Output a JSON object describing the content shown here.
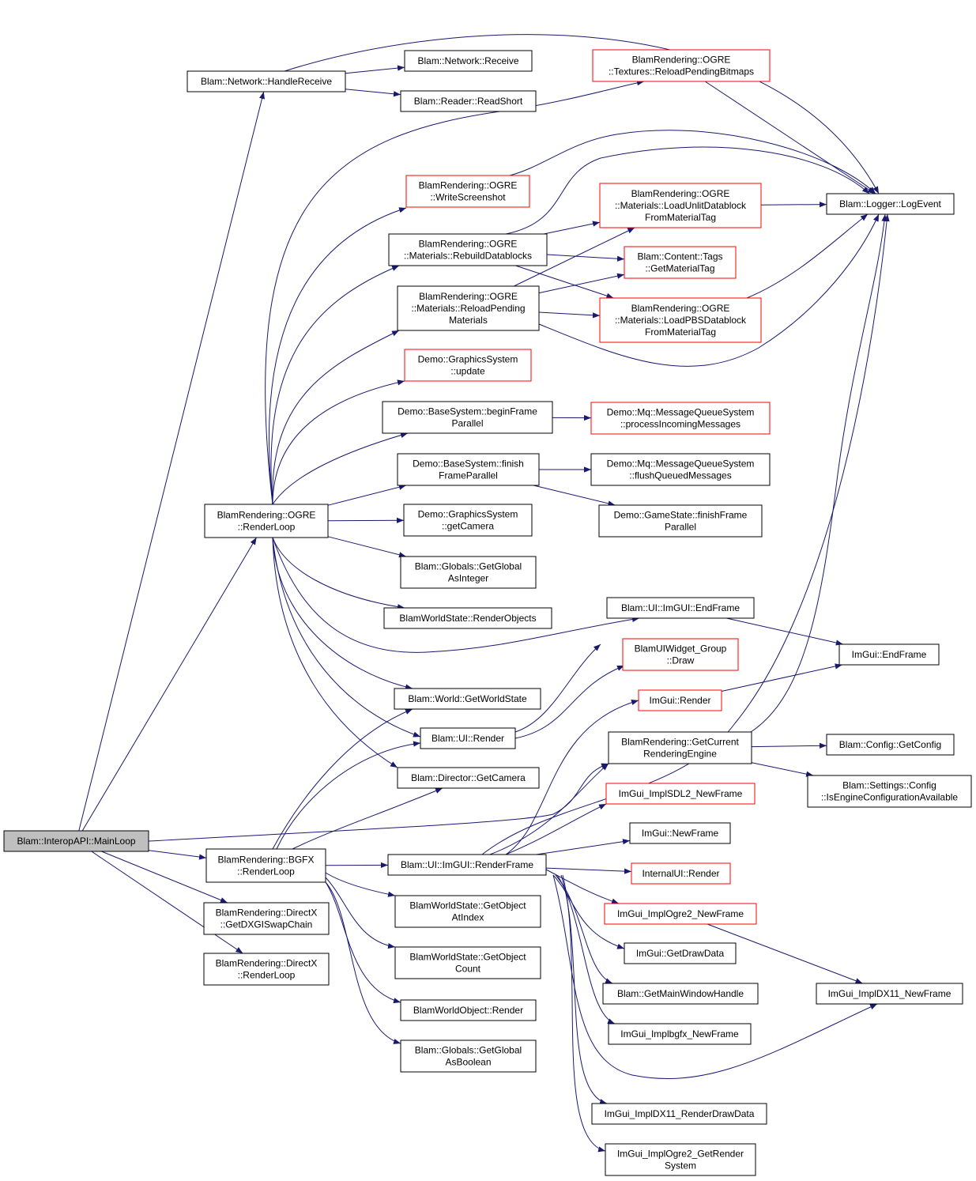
{
  "graph": {
    "colors": {
      "background": "#ffffff",
      "edge": "#191970",
      "normal_border": "#000000",
      "truncated_border": "#ff0000",
      "root_fill": "#bfbfbf",
      "node_fill": "#ffffff",
      "text": "#000000"
    },
    "nodes": [
      {
        "id": "n0",
        "lines": [
          "Blam::InteropAPI::MainLoop"
        ],
        "style": "root"
      },
      {
        "id": "n1",
        "lines": [
          "Blam::Network::HandleReceive"
        ],
        "style": "normal"
      },
      {
        "id": "n2",
        "lines": [
          "Blam::Logger::LogEvent"
        ],
        "style": "normal"
      },
      {
        "id": "n3",
        "lines": [
          "Blam::Network::Receive"
        ],
        "style": "normal"
      },
      {
        "id": "n4",
        "lines": [
          "Blam::Reader::ReadShort"
        ],
        "style": "normal"
      },
      {
        "id": "n5",
        "lines": [
          "BlamRendering::BGFX",
          "::RenderLoop"
        ],
        "style": "normal"
      },
      {
        "id": "n6",
        "lines": [
          "Blam::Director::GetCamera"
        ],
        "style": "normal"
      },
      {
        "id": "n7",
        "lines": [
          "Blam::Globals::GetGlobal",
          "AsBoolean"
        ],
        "style": "normal"
      },
      {
        "id": "n8",
        "lines": [
          "Blam::UI::ImGUI::RenderFrame"
        ],
        "style": "normal"
      },
      {
        "id": "n9",
        "lines": [
          "BlamRendering::GetCurrent",
          "RenderingEngine"
        ],
        "style": "normal"
      },
      {
        "id": "n10",
        "lines": [
          "Blam::Config::GetConfig"
        ],
        "style": "normal"
      },
      {
        "id": "n11",
        "lines": [
          "Blam::Settings::Config",
          "::IsEngineConfigurationAvailable"
        ],
        "style": "normal"
      },
      {
        "id": "n12",
        "lines": [
          "Blam::GetMainWindowHandle"
        ],
        "style": "normal"
      },
      {
        "id": "n13",
        "lines": [
          "ImGui::GetDrawData"
        ],
        "style": "normal"
      },
      {
        "id": "n14",
        "lines": [
          "ImGui::NewFrame"
        ],
        "style": "normal"
      },
      {
        "id": "n15",
        "lines": [
          "ImGui::Render"
        ],
        "style": "truncated"
      },
      {
        "id": "n16",
        "lines": [
          "ImGui_ImplDX11_NewFrame"
        ],
        "style": "normal"
      },
      {
        "id": "n17",
        "lines": [
          "ImGui_ImplDX11_RenderDrawData"
        ],
        "style": "normal"
      },
      {
        "id": "n18",
        "lines": [
          "ImGui_Implbgfx_NewFrame"
        ],
        "style": "normal"
      },
      {
        "id": "n19",
        "lines": [
          "ImGui_ImplOgre2_GetRender",
          "System"
        ],
        "style": "normal"
      },
      {
        "id": "n20",
        "lines": [
          "ImGui_ImplOgre2_NewFrame"
        ],
        "style": "truncated"
      },
      {
        "id": "n21",
        "lines": [
          "ImGui_ImplSDL2_NewFrame"
        ],
        "style": "truncated"
      },
      {
        "id": "n22",
        "lines": [
          "InternalUI::Render"
        ],
        "style": "truncated"
      },
      {
        "id": "n23",
        "lines": [
          "Blam::UI::Render"
        ],
        "style": "normal"
      },
      {
        "id": "n24",
        "lines": [
          "Blam::UI::ImGUI::EndFrame"
        ],
        "style": "normal"
      },
      {
        "id": "n25",
        "lines": [
          "ImGui::EndFrame"
        ],
        "style": "normal"
      },
      {
        "id": "n26",
        "lines": [
          "BlamUIWidget_Group",
          "::Draw"
        ],
        "style": "truncated"
      },
      {
        "id": "n27",
        "lines": [
          "Blam::World::GetWorldState"
        ],
        "style": "normal"
      },
      {
        "id": "n28",
        "lines": [
          "BlamWorldObject::Render"
        ],
        "style": "normal"
      },
      {
        "id": "n29",
        "lines": [
          "BlamWorldState::GetObject",
          "AtIndex"
        ],
        "style": "normal"
      },
      {
        "id": "n30",
        "lines": [
          "BlamWorldState::GetObject",
          "Count"
        ],
        "style": "normal"
      },
      {
        "id": "n31",
        "lines": [
          "BlamRendering::DirectX",
          "::GetDXGISwapChain"
        ],
        "style": "normal"
      },
      {
        "id": "n32",
        "lines": [
          "BlamRendering::DirectX",
          "::RenderLoop"
        ],
        "style": "normal"
      },
      {
        "id": "n33",
        "lines": [
          "BlamRendering::OGRE",
          "::RenderLoop"
        ],
        "style": "normal"
      },
      {
        "id": "n34",
        "lines": [
          "Blam::Globals::GetGlobal",
          "AsInteger"
        ],
        "style": "normal"
      },
      {
        "id": "n35",
        "lines": [
          "BlamRendering::OGRE",
          "::Materials::RebuildDatablocks"
        ],
        "style": "normal"
      },
      {
        "id": "n36",
        "lines": [
          "Blam::Content::Tags",
          "::GetMaterialTag"
        ],
        "style": "truncated"
      },
      {
        "id": "n37",
        "lines": [
          "BlamRendering::OGRE",
          "::Materials::LoadPBSDatablock",
          "FromMaterialTag"
        ],
        "style": "truncated"
      },
      {
        "id": "n38",
        "lines": [
          "BlamRendering::OGRE",
          "::Materials::LoadUnlitDatablock",
          "FromMaterialTag"
        ],
        "style": "truncated"
      },
      {
        "id": "n39",
        "lines": [
          "BlamRendering::OGRE",
          "::Materials::ReloadPending",
          "Materials"
        ],
        "style": "normal"
      },
      {
        "id": "n40",
        "lines": [
          "BlamRendering::OGRE",
          "::Textures::ReloadPendingBitmaps"
        ],
        "style": "truncated"
      },
      {
        "id": "n41",
        "lines": [
          "BlamRendering::OGRE",
          "::WriteScreenshot"
        ],
        "style": "truncated"
      },
      {
        "id": "n42",
        "lines": [
          "BlamWorldState::RenderObjects"
        ],
        "style": "normal"
      },
      {
        "id": "n43",
        "lines": [
          "Demo::BaseSystem::beginFrame",
          "Parallel"
        ],
        "style": "normal"
      },
      {
        "id": "n44",
        "lines": [
          "Demo::Mq::MessageQueueSystem",
          "::processIncomingMessages"
        ],
        "style": "truncated"
      },
      {
        "id": "n45",
        "lines": [
          "Demo::BaseSystem::finish",
          "FrameParallel"
        ],
        "style": "normal"
      },
      {
        "id": "n46",
        "lines": [
          "Demo::GameState::finishFrame",
          "Parallel"
        ],
        "style": "normal"
      },
      {
        "id": "n47",
        "lines": [
          "Demo::Mq::MessageQueueSystem",
          "::flushQueuedMessages"
        ],
        "style": "normal"
      },
      {
        "id": "n48",
        "lines": [
          "Demo::GraphicsSystem",
          "::getCamera"
        ],
        "style": "normal"
      },
      {
        "id": "n49",
        "lines": [
          "Demo::GraphicsSystem",
          "::update"
        ],
        "style": "truncated"
      }
    ],
    "edges": [
      [
        "n0",
        "n1"
      ],
      [
        "n1",
        "n2"
      ],
      [
        "n1",
        "n3"
      ],
      [
        "n1",
        "n4"
      ],
      [
        "n0",
        "n5"
      ],
      [
        "n5",
        "n6"
      ],
      [
        "n5",
        "n7"
      ],
      [
        "n5",
        "n8"
      ],
      [
        "n8",
        "n9"
      ],
      [
        "n9",
        "n2"
      ],
      [
        "n9",
        "n10"
      ],
      [
        "n9",
        "n11"
      ],
      [
        "n8",
        "n12"
      ],
      [
        "n8",
        "n13"
      ],
      [
        "n8",
        "n14"
      ],
      [
        "n8",
        "n15"
      ],
      [
        "n15",
        "n25"
      ],
      [
        "n8",
        "n16"
      ],
      [
        "n8",
        "n17"
      ],
      [
        "n8",
        "n18"
      ],
      [
        "n8",
        "n19"
      ],
      [
        "n8",
        "n20"
      ],
      [
        "n20",
        "n16"
      ],
      [
        "n8",
        "n21"
      ],
      [
        "n8",
        "n22"
      ],
      [
        "n8",
        "n2"
      ],
      [
        "n5",
        "n23"
      ],
      [
        "n23",
        "n24"
      ],
      [
        "n24",
        "n25"
      ],
      [
        "n23",
        "n26"
      ],
      [
        "n5",
        "n27"
      ],
      [
        "n5",
        "n28"
      ],
      [
        "n5",
        "n29"
      ],
      [
        "n5",
        "n30"
      ],
      [
        "n0",
        "n31"
      ],
      [
        "n0",
        "n32"
      ],
      [
        "n0",
        "n33"
      ],
      [
        "n33",
        "n6"
      ],
      [
        "n33",
        "n34"
      ],
      [
        "n33",
        "n35"
      ],
      [
        "n35",
        "n36"
      ],
      [
        "n35",
        "n37"
      ],
      [
        "n35",
        "n38"
      ],
      [
        "n38",
        "n2"
      ],
      [
        "n37",
        "n2"
      ],
      [
        "n35",
        "n2"
      ],
      [
        "n33",
        "n39"
      ],
      [
        "n39",
        "n36"
      ],
      [
        "n39",
        "n37"
      ],
      [
        "n39",
        "n38"
      ],
      [
        "n39",
        "n2"
      ],
      [
        "n33",
        "n40"
      ],
      [
        "n40",
        "n2"
      ],
      [
        "n33",
        "n23"
      ],
      [
        "n33",
        "n41"
      ],
      [
        "n41",
        "n2"
      ],
      [
        "n33",
        "n42"
      ],
      [
        "n33",
        "n27"
      ],
      [
        "n33",
        "n43"
      ],
      [
        "n43",
        "n44"
      ],
      [
        "n33",
        "n45"
      ],
      [
        "n45",
        "n46"
      ],
      [
        "n45",
        "n47"
      ],
      [
        "n33",
        "n48"
      ],
      [
        "n33",
        "n49"
      ],
      [
        "n33",
        "n24"
      ],
      [
        "n0",
        "n9"
      ]
    ]
  }
}
